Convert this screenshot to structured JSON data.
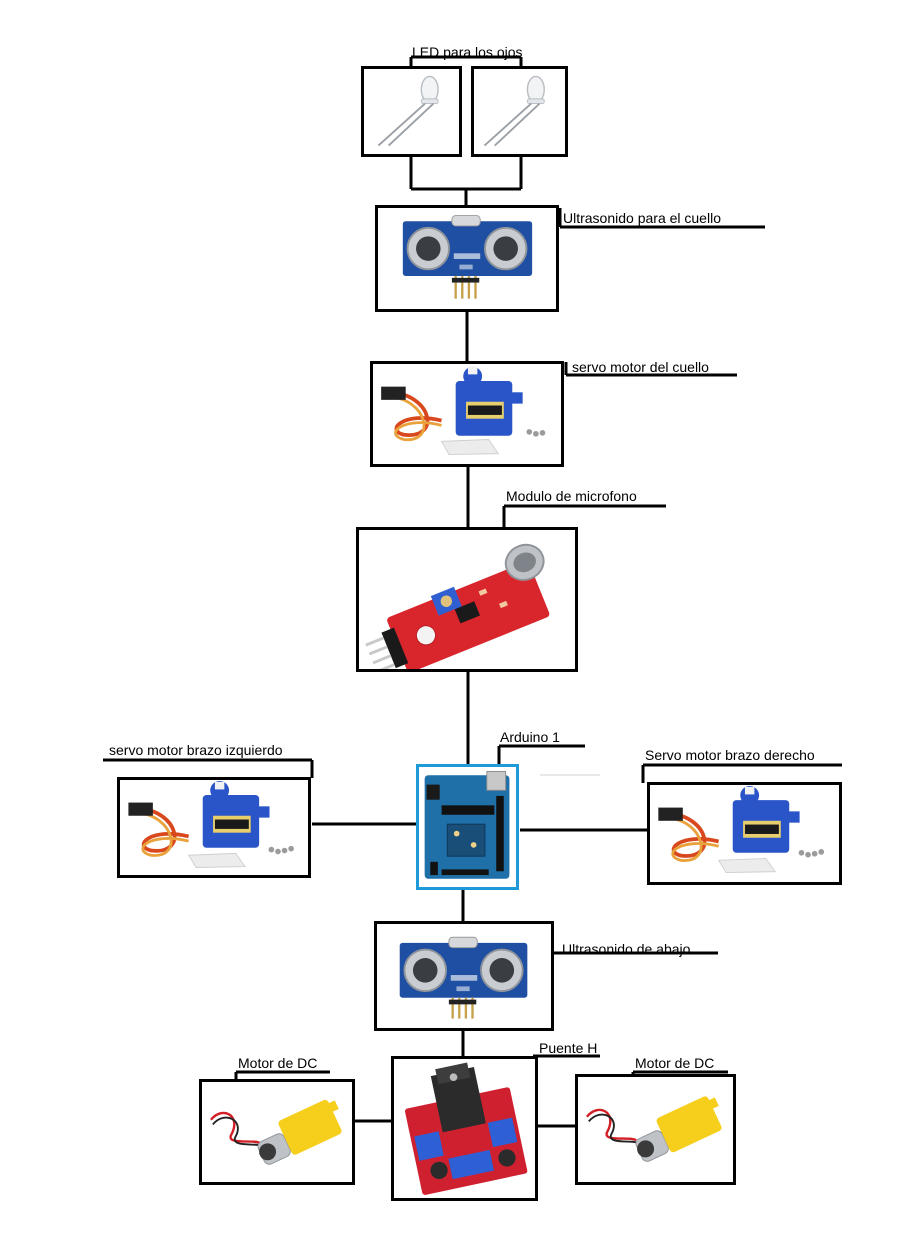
{
  "labels": {
    "led_eyes": "LED para los ojos",
    "ultrasonic_neck": "Ultrasonido para el cuello",
    "servo_neck": "servo motor del cuello",
    "microphone_module": "Modulo de microfono",
    "arduino": "Arduino 1",
    "servo_left_arm": "servo motor brazo izquierdo",
    "servo_right_arm": "Servo motor brazo derecho",
    "ultrasonic_bottom": "Ultrasonido de abajo",
    "h_bridge": "Puente H",
    "dc_motor_left": "Motor de DC",
    "dc_motor_right": "Motor de DC"
  },
  "colors": {
    "line": "#000000",
    "arduino_border": "#1e9bd7",
    "sensor_blue": "#1f4fa3",
    "servo_blue": "#2a55c8",
    "mic_red": "#d9252c",
    "hbridge_red": "#cf2030",
    "motor_yellow": "#f6cf1d"
  }
}
